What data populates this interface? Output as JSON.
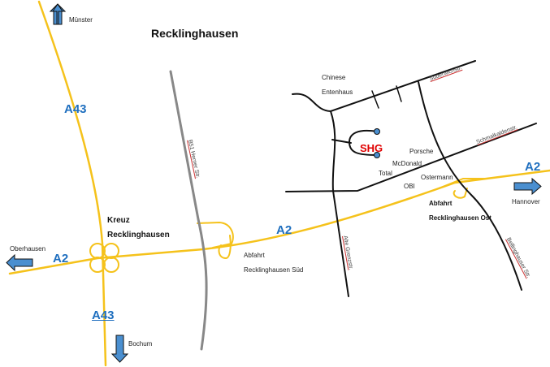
{
  "title": "Recklinghausen",
  "highways": {
    "a43_top": "A43",
    "a43_bottom": "A43",
    "a2_left": "A2",
    "a2_mid": "A2",
    "a2_right": "A2"
  },
  "directions": {
    "north": "Münster",
    "south": "Bochum",
    "west": "Oberhausen",
    "east": "Hannover"
  },
  "interchange": {
    "line1": "Kreuz",
    "line2": "Recklinghausen"
  },
  "exits": {
    "sued_1": "Abfahrt",
    "sued_2": "Recklinghausen Süd",
    "ost_1": "Abfahrt",
    "ost_2": "Recklinghausen Ost"
  },
  "streets": {
    "b51": "B51 Herner Str.",
    "suderwich": "Suderwichstr.",
    "schmalkalden": "Schmalkaldenstr.",
    "alte_grenz": "Alte Grenzstr.",
    "bellinghauser": "Bellinghauser Str."
  },
  "places": {
    "chinese1": "Chinese",
    "chinese2": "Entenhaus",
    "shg": "SHG",
    "porsche": "Porsche",
    "mcdonald": "McDonald",
    "total": "Total",
    "ostermann": "Ostermann",
    "obi": "OBI"
  },
  "colors": {
    "highway": "#f5c21b",
    "road": "#111111",
    "federal_road": "#888888",
    "arrow": "#4a8fd0",
    "label_blue": "#1f6fbf",
    "shg": "#e00000"
  }
}
